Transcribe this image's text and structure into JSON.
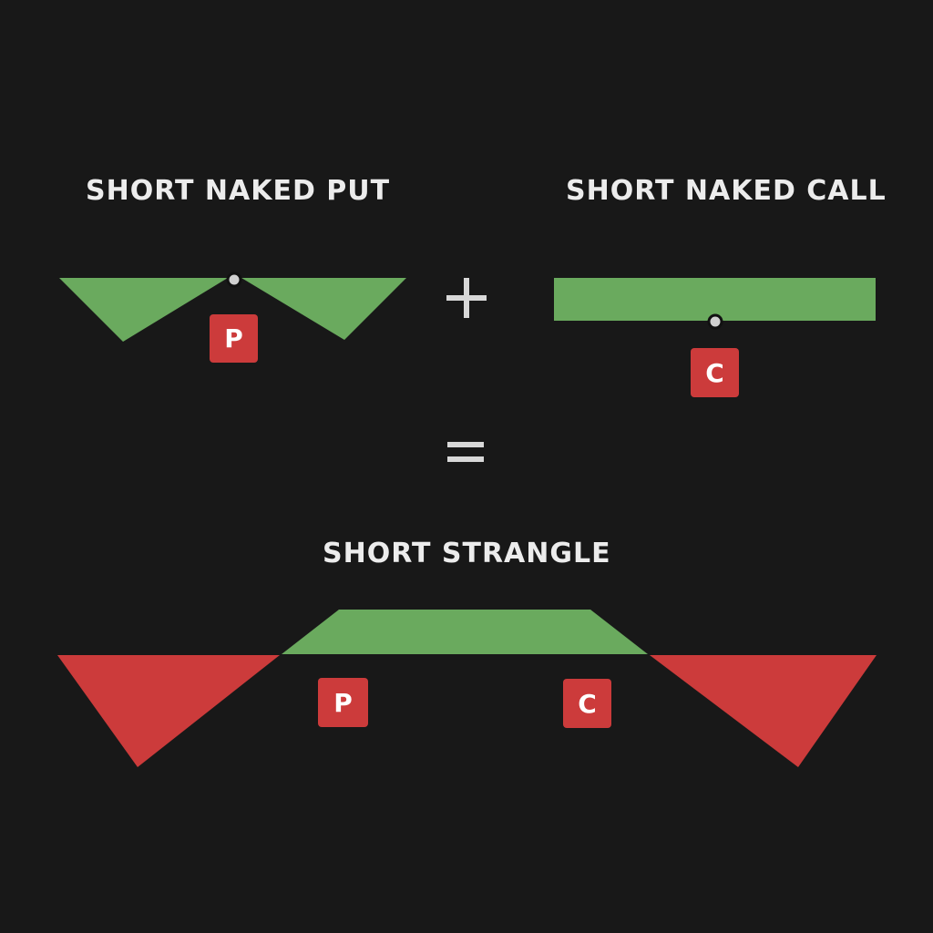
{
  "titles": {
    "put": "SHORT NAKED PUT",
    "call": "SHORT NAKED CALL",
    "strangle": "SHORT STRANGLE"
  },
  "operators": {
    "plus": "+",
    "equals": "="
  },
  "badges": {
    "put": "P",
    "call": "C"
  },
  "colors": {
    "profit": "#6aaa5e",
    "loss": "#cc3b3b",
    "background": "#181818",
    "text": "#ececec",
    "dot": "#d0d0d0"
  }
}
